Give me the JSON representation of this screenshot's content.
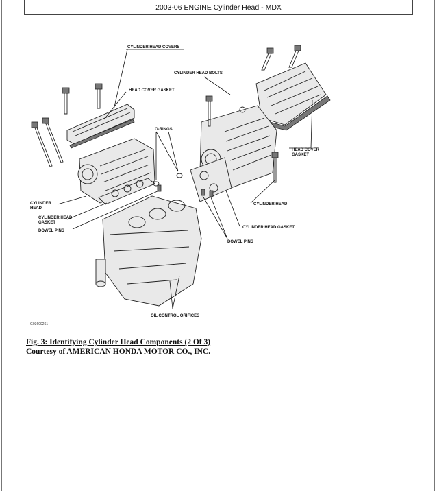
{
  "header": {
    "title": "2003-06 ENGINE Cylinder Head - MDX"
  },
  "figure": {
    "labels": {
      "cylinder_head_covers": "CYLINDER HEAD COVERS",
      "cylinder_head_bolts": "CYLINDER HEAD BOLTS",
      "head_cover_gasket_top": "HEAD COVER GASKET",
      "o_rings": "O-RINGS",
      "head_cover_gasket_right_1": "HEAD COVER",
      "head_cover_gasket_right_2": "GASKET",
      "cylinder_head_left_1": "CYLINDER",
      "cylinder_head_left_2": "HEAD",
      "cylinder_head_gasket_left_1": "CYLINDER HEAD",
      "cylinder_head_gasket_left_2": "GASKET",
      "dowel_pins_left": "DOWEL PINS",
      "cylinder_head_right": "CYLINDER HEAD",
      "cylinder_head_gasket_right": "CYLINDER HEAD GASKET",
      "dowel_pins_right": "DOWEL PINS",
      "oil_control_orifices": "OIL CONTROL ORIFICES",
      "figure_code": "G03609261"
    }
  },
  "caption": {
    "title": "Fig. 3: Identifying Cylinder Head Components (2 Of 3)",
    "credit": "Courtesy of AMERICAN HONDA MOTOR CO., INC."
  }
}
